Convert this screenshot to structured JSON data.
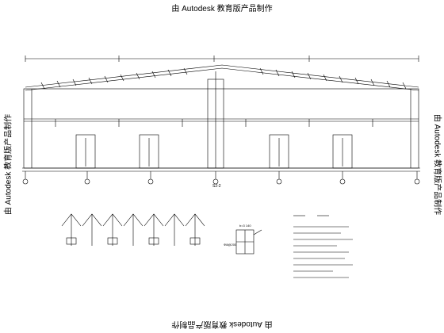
{
  "watermark": {
    "top": "由 Autodesk 教育版产品制作",
    "bottom": "由 Autodesk 教育版产品制作",
    "left": "由 Autodesk 教育版产品制作",
    "right": "由 Autodesk 教育版产品制作"
  },
  "labels": {
    "section_mark": "S2-2",
    "detail_dim": "Φ8@200",
    "detail_note": "b=3 140"
  }
}
